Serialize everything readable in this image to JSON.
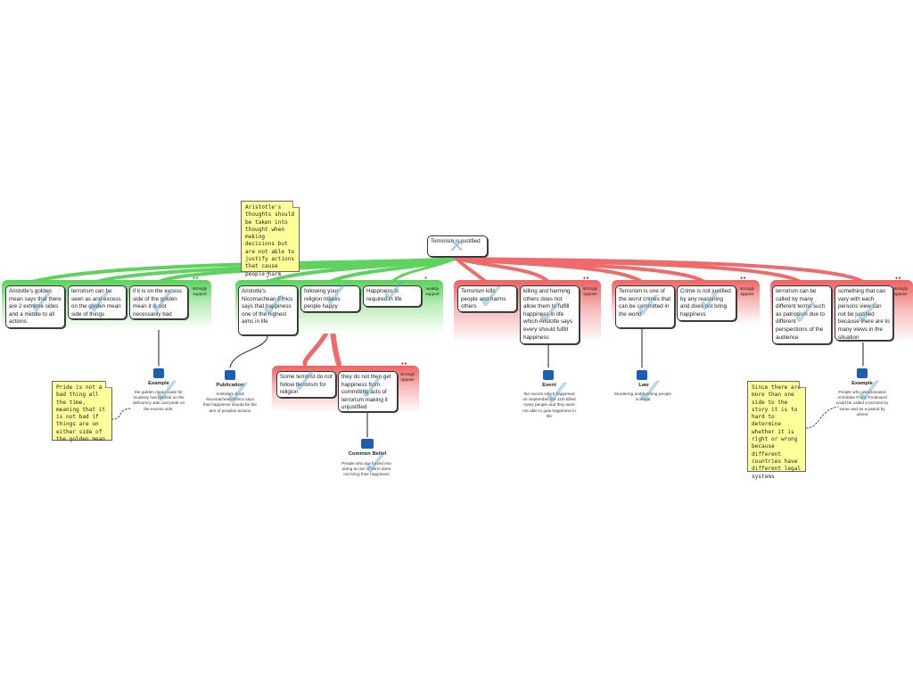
{
  "root": {
    "text": "Terrorism is justified"
  },
  "groups": {
    "strongly_support": {
      "label": "strongly support",
      "color": "#3cb83c"
    },
    "weakly_support": {
      "label": "weakly support",
      "color": "#3cb83c"
    },
    "strongly_oppose": {
      "label": "strongly oppose",
      "color": "#e04848"
    }
  },
  "arguments": {
    "golden_mean": "Aristotle's golden mean says that there are 2 extreme sides and a middle to all actions",
    "excess": "terrorism can be seen as and excess on the golden mean side of things",
    "not_bad": "if it is on the excess side of the golden mean it is not necessarily bad",
    "nicomachean": "Aristotle's Nicomachean Ethics says that happiness one of the highest aims in life",
    "following_religion": "following your religion makes people happy",
    "happiness_required": "Happiness is required in life",
    "not_follow": "Some terrorist do not follow terrorism for religion",
    "no_happiness": "they do not then get happiness from committing acts of terrorism making it unjustified",
    "kills": "Terrorism kills people and harms others",
    "killing_harming": "killing and harming others does not allow them to fulfill happiness in life which Aristotle says every should fulfill happiness",
    "worst_crimes": "Terrorism is one of the worst crimes that can be committed in the world",
    "crime_not_justified": "Crime is not justified by any reasoning and does not bring happiness",
    "called_many": "terrorism can be called by many different terms such as patriotism due to different perspections of the audience",
    "vary_views": "something that can vary with each persons view can not be justified because there are to many views in the situation"
  },
  "notes": {
    "aristotle_thoughts": "Aristotle's thoughts should be taken into thought when making decisions but are not able to justify actions that cause people harm",
    "pride": "Pride is not a bad thing all the time, meaning that it is not bad if things are on either side of the golden mean",
    "more_than_one_side": "Since there are more than one side to the story it is to hard to determine whether it is right or wrong because different countries have different legal systems"
  },
  "evidence": {
    "example1": {
      "title": "Example",
      "icon": "example-icon",
      "text": "the golden mean scale for modesty has bashful on the deficiency side and pride on the excess side."
    },
    "publication": {
      "title": "Publication",
      "icon": "publication-icon",
      "text": "Aristotle's book Nicomachean Ethics says that happiness should be the aim of peoples actions"
    },
    "common_belief": {
      "title": "Common Belief",
      "icon": "common-belief-icon",
      "text": "People who are forced into doing an act of harm does not bring their happiness"
    },
    "event": {
      "title": "Event",
      "icon": "event-icon",
      "text": "the events which happened on September the 11th killed many people and they were not able to gain happiness in life"
    },
    "law": {
      "title": "Law",
      "icon": "law-icon",
      "text": "Murdering and harming people is illegal"
    },
    "example2": {
      "title": "Example",
      "icon": "example-icon",
      "text": "People who assassinated Archduke Franz Ferdinand could be called a terrorist by some and as a patriot by others"
    }
  }
}
